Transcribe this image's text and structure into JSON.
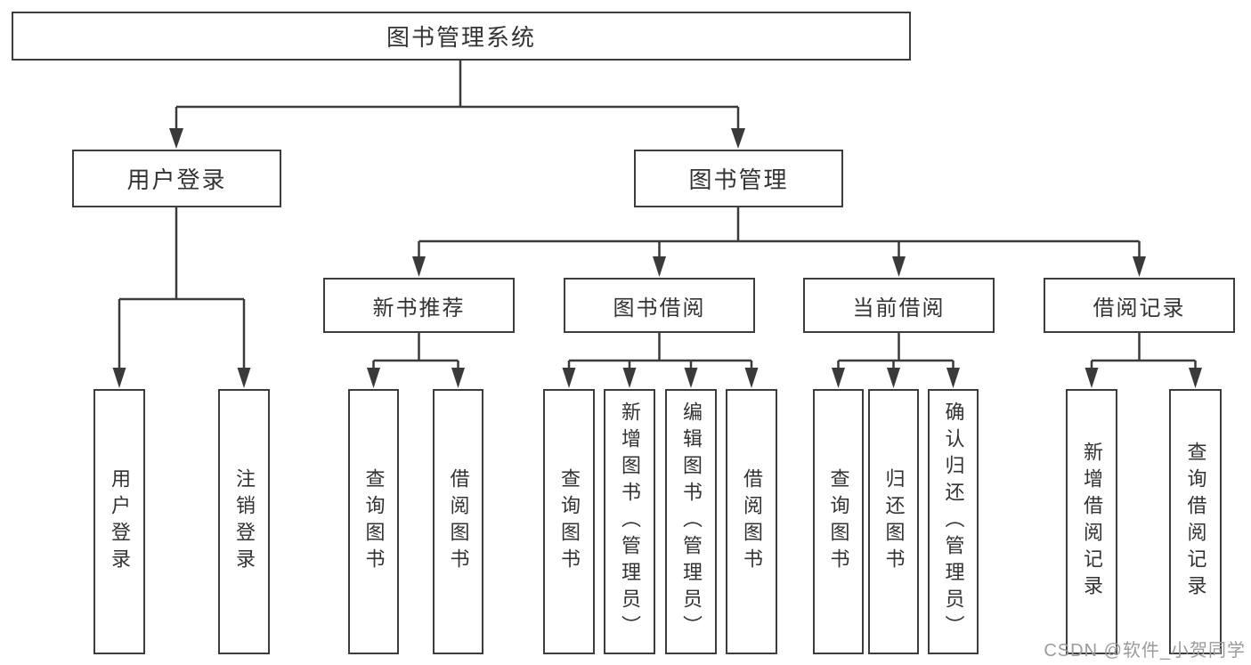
{
  "diagram": {
    "root": {
      "label": "图书管理系统"
    },
    "level2": [
      {
        "label": "用户登录"
      },
      {
        "label": "图书管理"
      }
    ],
    "level3": [
      {
        "label": "新书推荐"
      },
      {
        "label": "图书借阅"
      },
      {
        "label": "当前借阅"
      },
      {
        "label": "借阅记录"
      }
    ],
    "leaves": {
      "user_login": [
        {
          "label": "用户登录"
        },
        {
          "label": "注销登录"
        }
      ],
      "new_book_recommend": [
        {
          "label": "查询图书"
        },
        {
          "label": "借阅图书"
        }
      ],
      "book_borrow": [
        {
          "label": "查询图书"
        },
        {
          "label": "新增图书（管理员）"
        },
        {
          "label": "编辑图书（管理员）"
        },
        {
          "label": "借阅图书"
        }
      ],
      "current_borrow": [
        {
          "label": "查询图书"
        },
        {
          "label": "归还图书"
        },
        {
          "label": "确认归还（管理员）"
        }
      ],
      "borrow_records": [
        {
          "label": "新增借阅记录"
        },
        {
          "label": "查询借阅记录"
        }
      ]
    }
  },
  "watermark": {
    "text": "CSDN @软件_小贺同学"
  },
  "colors": {
    "line": "#3a3a3a",
    "border": "#3d3d3d",
    "text": "#333333",
    "watermark": "#9b9b9b",
    "background": "#ffffff"
  }
}
